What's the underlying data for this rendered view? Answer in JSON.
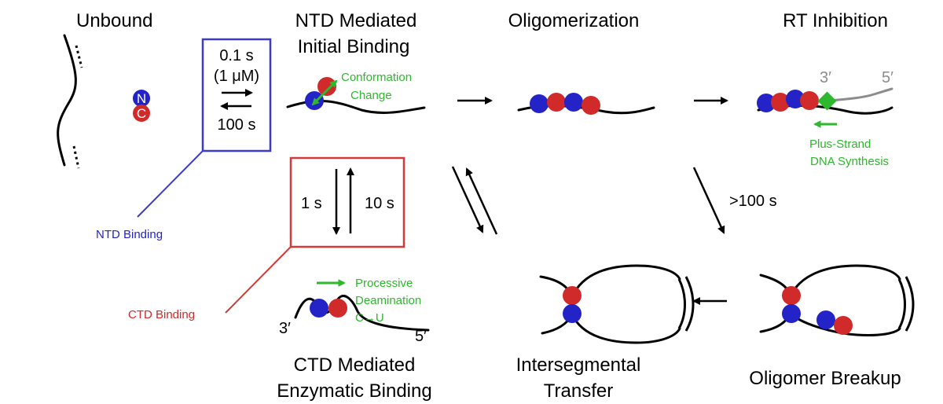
{
  "colors": {
    "ntd": "#2323c8",
    "ctd": "#d02a2a",
    "green": "#2db82d",
    "grey": "#8c8c8c",
    "ntd_box": "#3b3bd0",
    "ctd_box": "#d43a3a"
  },
  "titles": {
    "unbound": "Unbound",
    "ntd_line1": "NTD Mediated",
    "ntd_line2": "Initial Binding",
    "oligomerization": "Oligomerization",
    "rt_inhibition": "RT Inhibition",
    "ctd_line1": "CTD Mediated",
    "ctd_line2": "Enzymatic Binding",
    "intersegmental_line1": "Intersegmental",
    "intersegmental_line2": "Transfer",
    "oligomer_breakup": "Oligomer Breakup"
  },
  "unbound": {
    "n_label": "N",
    "c_label": "C"
  },
  "ntd_box": {
    "rate_on": "0.1 s",
    "concentration": "(1 μM)",
    "rate_off": "100 s"
  },
  "ctd_box": {
    "rate_down": "1 s",
    "rate_up": "10 s"
  },
  "annotations": {
    "conformation_line1": "Conformation",
    "conformation_line2": "Change",
    "three_prime": "3′",
    "five_prime": "5′",
    "plus_strand_line1": "Plus-Strand",
    "plus_strand_line2": "DNA Synthesis",
    "breakup_time": ">100 s",
    "processive_line1": "Processive",
    "processive_line2": "Deamination",
    "processive_line3": "C→U",
    "ctd_three_prime": "3′",
    "ctd_five_prime": "5′"
  },
  "legend": {
    "ntd_binding": "NTD Binding",
    "ctd_binding": "CTD Binding"
  }
}
